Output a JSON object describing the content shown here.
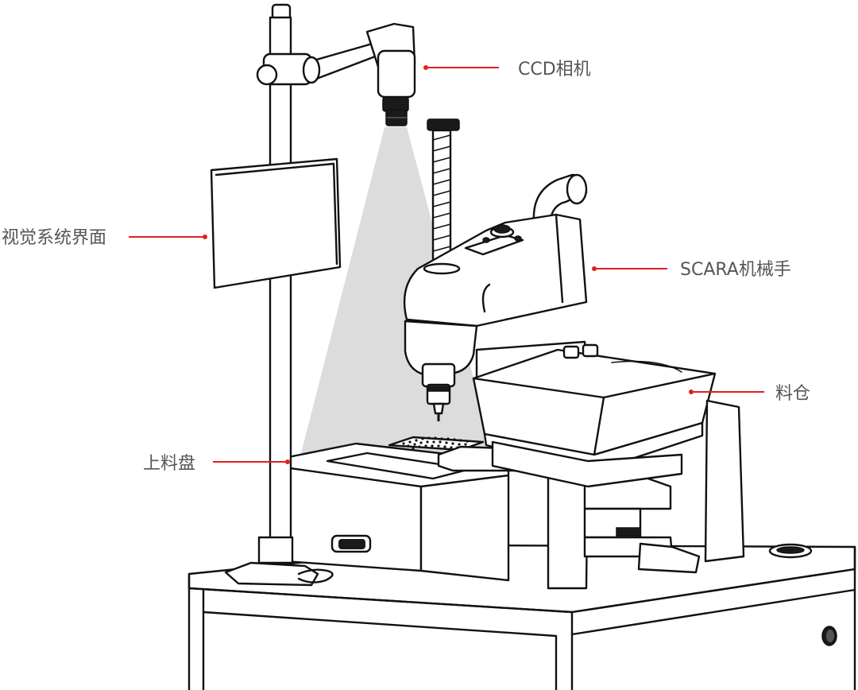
{
  "labels": {
    "ccd_camera": "CCD相机",
    "vision_interface": "视觉系统界面",
    "scara_robot": "SCARA机械手",
    "feeder_bin": "料仓",
    "loading_tray": "上料盘"
  },
  "colors": {
    "leader_line": "#e02020",
    "label_text": "#555555",
    "light_beam": "#dcdcdc",
    "outline": "#111111"
  }
}
